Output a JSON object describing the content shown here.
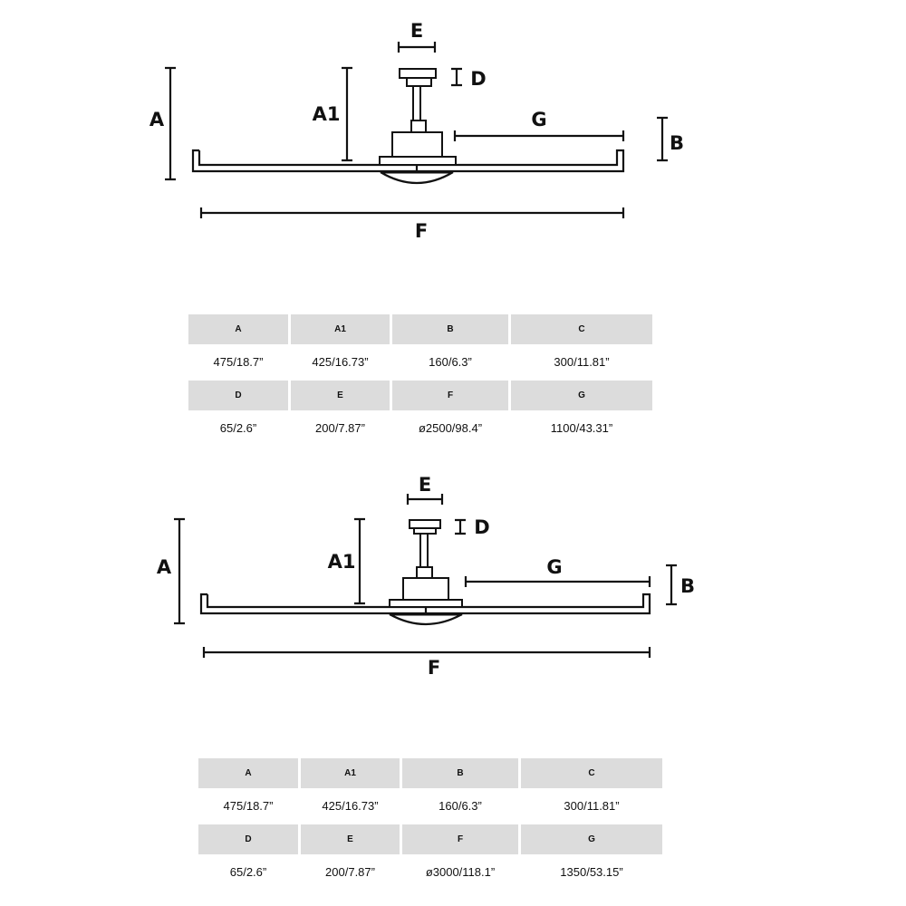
{
  "diagrams": [
    {
      "labels": {
        "A": "A",
        "A1": "A1",
        "B": "B",
        "D": "D",
        "E": "E",
        "F": "F",
        "G": "G"
      }
    },
    {
      "labels": {
        "A": "A",
        "A1": "A1",
        "B": "B",
        "D": "D",
        "E": "E",
        "F": "F",
        "G": "G"
      }
    }
  ],
  "tables": [
    {
      "headers1": [
        "A",
        "A1",
        "B",
        "C"
      ],
      "values1": [
        "475/18.7”",
        "425/16.73”",
        "160/6.3”",
        "300/11.81”"
      ],
      "headers2": [
        "D",
        "E",
        "F",
        "G"
      ],
      "values2": [
        "65/2.6”",
        "200/7.87”",
        "ø2500/98.4”",
        "1100/43.31”"
      ]
    },
    {
      "headers1": [
        "A",
        "A1",
        "B",
        "C"
      ],
      "values1": [
        "475/18.7”",
        "425/16.73”",
        "160/6.3”",
        "300/11.81”"
      ],
      "headers2": [
        "D",
        "E",
        "F",
        "G"
      ],
      "values2": [
        "65/2.6”",
        "200/7.87”",
        "ø3000/118.1”",
        "1350/53.15”"
      ]
    }
  ]
}
